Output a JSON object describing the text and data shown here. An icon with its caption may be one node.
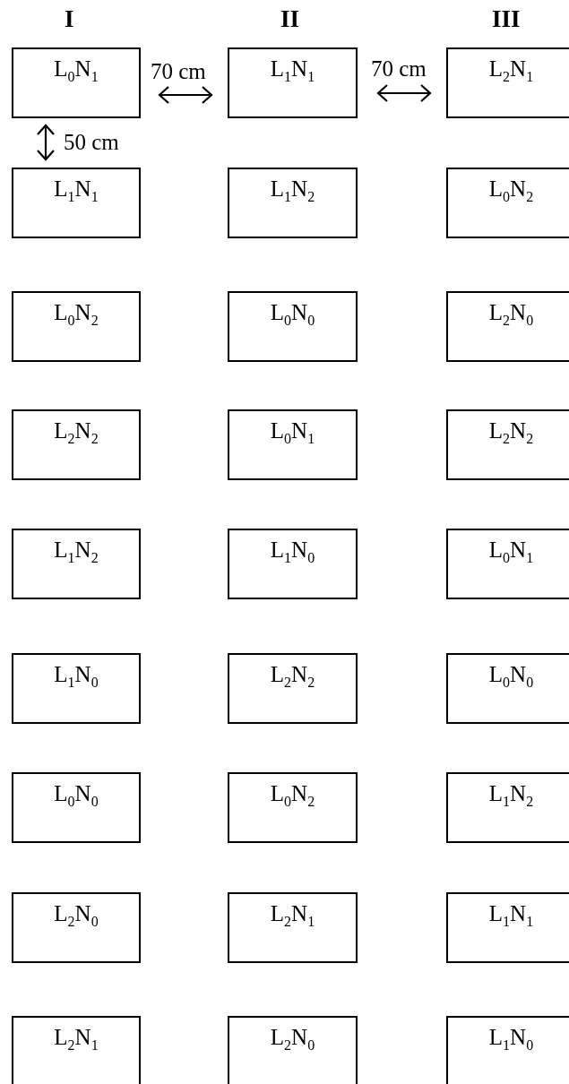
{
  "diagram": {
    "nodes": [
      {
        "text": [
          "L$_{0}$N$_{1}$"
        ]
      },
      {
        "text": [
          "L$_{1}$N$_{1}$"
        ]
      },
      {
        "text": [
          "L$_{2}$N$_{1}$"
        ]
      },
      {
        "text": [
          "L$_{1}$N$_{1}$"
        ]
      },
      {
        "text": [
          "L$_{1}$N$_{2}$"
        ]
      },
      {
        "text": [
          "L$_{0}$N$_{2}$"
        ]
      },
      {
        "text": [
          "L$_{0}$N$_{2}$"
        ]
      },
      {
        "text": [
          "L$_{0}$N$_{0}$"
        ]
      },
      {
        "text": [
          "L$_{2}$N$_{0}$"
        ]
      },
      {
        "text": [
          "L$_{2}$N$_{2}$"
        ]
      },
      {
        "text": [
          "L$_{0}$N$_{1}$"
        ]
      },
      {
        "text": [
          "L$_{2}$N$_{2}$"
        ]
      },
      {
        "text": [
          "L$_{1}$N$_{2}$"
        ]
      },
      {
        "text": [
          "L$_{1}$N$_{0}$"
        ]
      },
      {
        "text": [
          "L$_{0}$N$_{1}$"
        ]
      },
      {
        "text": [
          "L$_{1}$N$_{0}$"
        ]
      },
      {
        "text": [
          "L$_{2}$N$_{2}$"
        ]
      },
      {
        "text": [
          "L$_{0}$N$_{0}$"
        ]
      },
      {
        "text": [
          "L$_{0}$N$_{0}$"
        ]
      },
      {
        "text": [
          "L$_{0}$N$_{2}$"
        ]
      },
      {
        "text": [
          "L$_{1}$N$_{2}$"
        ]
      },
      {
        "text": [
          "L$_{2}$N$_{0}$"
        ]
      },
      {
        "text": [
          "L$_{2}$N$_{1}$"
        ]
      },
      {
        "text": [
          "L$_{1}$N$_{1}$"
        ]
      },
      {
        "text": [
          "L$_{2}$N$_{1}$"
        ]
      },
      {
        "text": [
          "L$_{2}$N$_{0}$"
        ]
      },
      {
        "text": [
          "L$_{1}$N$_{0}$"
        ]
      }
    ],
    "labels": [
      "I",
      "II",
      "III",
      "70 cm",
      "70 cm",
      "50 cm"
    ]
  }
}
